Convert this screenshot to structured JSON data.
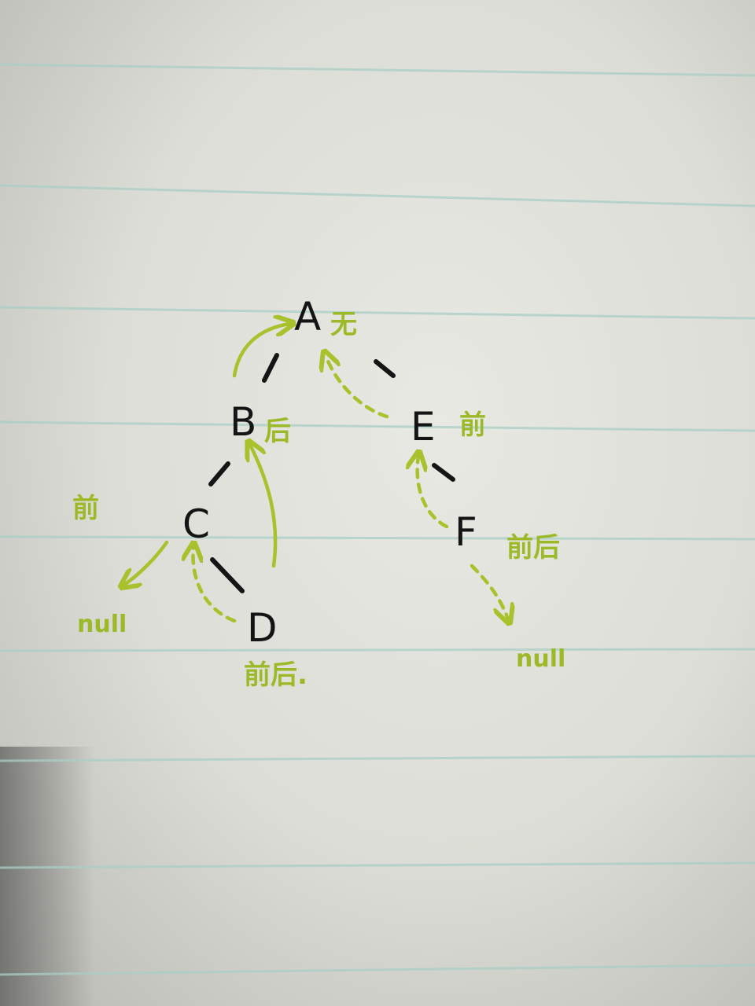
{
  "tree": {
    "nodes": [
      {
        "id": "A",
        "label": "A"
      },
      {
        "id": "B",
        "label": "B"
      },
      {
        "id": "C",
        "label": "C"
      },
      {
        "id": "D",
        "label": "D"
      },
      {
        "id": "E",
        "label": "E"
      },
      {
        "id": "F",
        "label": "F"
      }
    ],
    "edges": [
      {
        "from": "A",
        "to": "B"
      },
      {
        "from": "A",
        "to": "E"
      },
      {
        "from": "B",
        "to": "C"
      },
      {
        "from": "C",
        "to": "D"
      },
      {
        "from": "E",
        "to": "F"
      }
    ]
  },
  "annotations": {
    "a_note": "无",
    "b_note": "后",
    "c_note": "前",
    "c_null": "null",
    "d_note": "前后.",
    "e_note": "前",
    "f_note": "前后",
    "f_null": "null"
  },
  "colors": {
    "paper": "#dfe0d9",
    "ink": "#141414",
    "highlighter": "#a7c22c",
    "ruled_line": "#a9cfc6"
  }
}
